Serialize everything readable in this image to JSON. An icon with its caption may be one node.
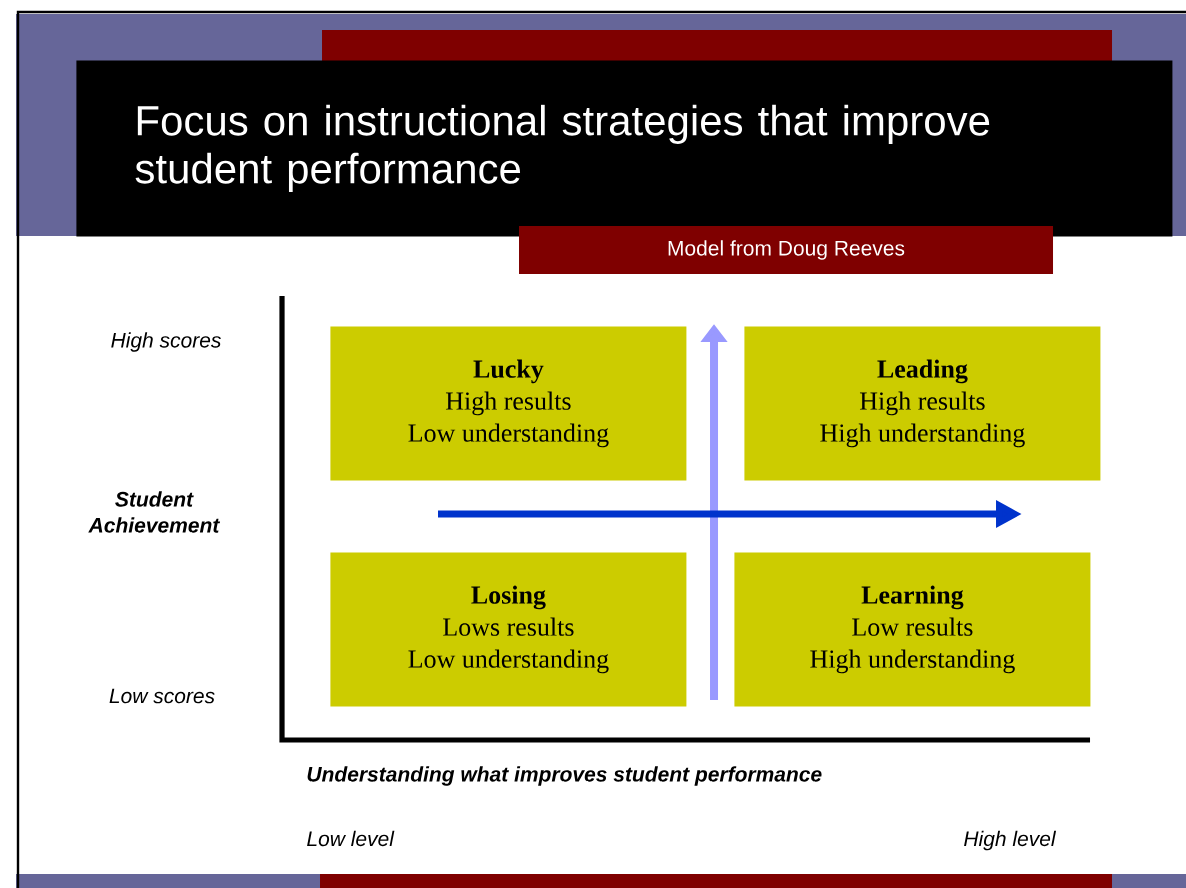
{
  "diagram": {
    "title": "Focus on instructional strategies that improve student performance",
    "nodes": [
      {
        "text": [
          "Lucky",
          "High results",
          "Low understanding"
        ]
      },
      {
        "text": [
          "Leading",
          "High results",
          "High understanding"
        ]
      },
      {
        "text": [
          "Losing",
          "Lows results",
          "Low understanding"
        ]
      },
      {
        "text": [
          "Learning",
          "Low results",
          "High understanding"
        ]
      }
    ],
    "labels": [
      "Model from Doug Reeves",
      "High scores",
      "Student Achievement",
      "Low scores",
      "Understanding what improves student performance",
      "Low level",
      "High level"
    ]
  }
}
